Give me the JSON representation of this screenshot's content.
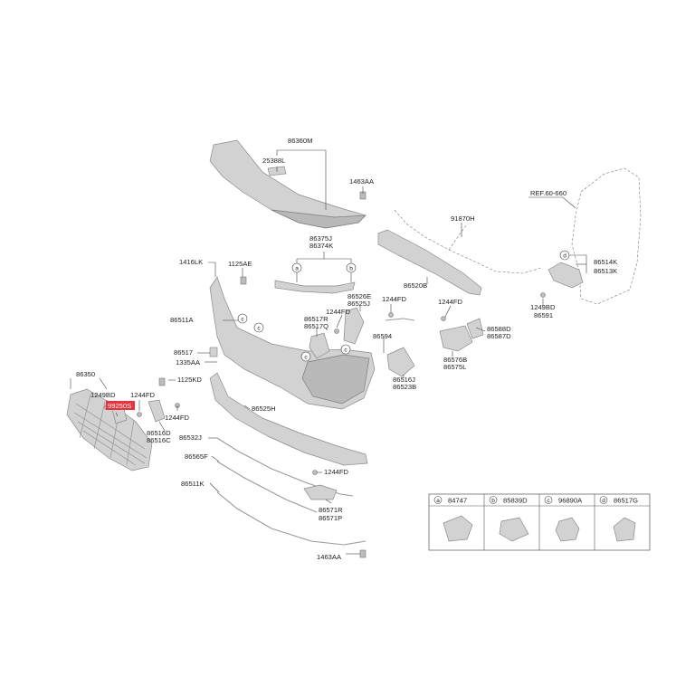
{
  "callouts": [
    {
      "code": "86360M"
    },
    {
      "code": "25388L"
    },
    {
      "code": "1463AA"
    },
    {
      "code": "91870H"
    },
    {
      "code": "REF.60-660"
    },
    {
      "code": "86375J"
    },
    {
      "code": "86374K"
    },
    {
      "code": "86520B"
    },
    {
      "code": "1416LK"
    },
    {
      "code": "1125AE"
    },
    {
      "code": "86526E"
    },
    {
      "code": "86525J"
    },
    {
      "code": "1244FD"
    },
    {
      "code": "86514K"
    },
    {
      "code": "86513K"
    },
    {
      "code": "86511A"
    },
    {
      "code": "86517R"
    },
    {
      "code": "86517Q"
    },
    {
      "code": "1244FD"
    },
    {
      "code": "1244FD"
    },
    {
      "code": "1249BD"
    },
    {
      "code": "86591"
    },
    {
      "code": "86588D"
    },
    {
      "code": "86587D"
    },
    {
      "code": "86517"
    },
    {
      "code": "86594"
    },
    {
      "code": "1335AA"
    },
    {
      "code": "86576B"
    },
    {
      "code": "86575L"
    },
    {
      "code": "86350"
    },
    {
      "code": "1125KD"
    },
    {
      "code": "86516J"
    },
    {
      "code": "86523B"
    },
    {
      "code": "1249BD"
    },
    {
      "code": "1244FD"
    },
    {
      "code": "99250S"
    },
    {
      "code": "86525H"
    },
    {
      "code": "1244FD"
    },
    {
      "code": "86516D"
    },
    {
      "code": "86516C"
    },
    {
      "code": "86532J"
    },
    {
      "code": "86565F"
    },
    {
      "code": "1244FD"
    },
    {
      "code": "86511K"
    },
    {
      "code": "86571R"
    },
    {
      "code": "86571P"
    },
    {
      "code": "1463AA"
    }
  ],
  "circle_markers": [
    "a",
    "b",
    "c",
    "c",
    "c",
    "d"
  ],
  "legend": [
    {
      "key": "a",
      "code": "84747"
    },
    {
      "key": "b",
      "code": "85839D"
    },
    {
      "key": "c",
      "code": "96890A"
    },
    {
      "key": "d",
      "code": "86517G"
    }
  ],
  "colors": {
    "highlight": "#e8323c",
    "part_fill": "#d2d2d2",
    "line": "#444444"
  }
}
